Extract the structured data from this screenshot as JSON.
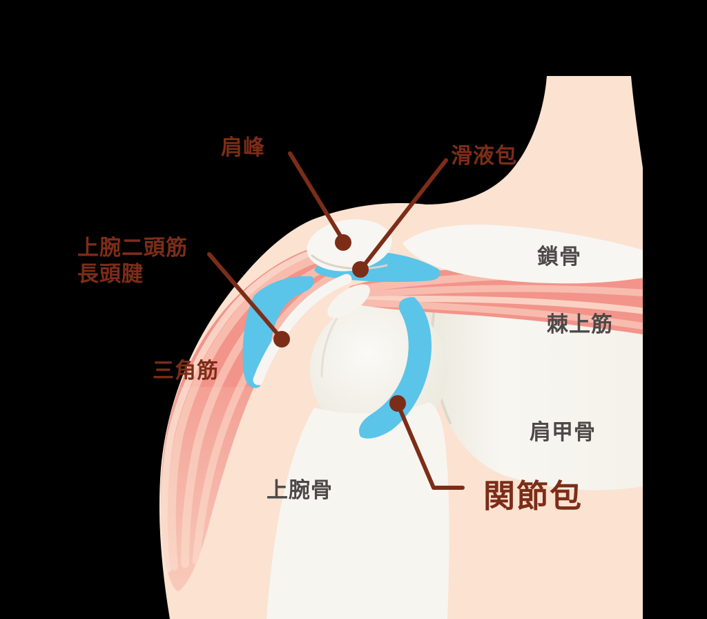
{
  "diagram": {
    "subject": "shoulder-joint-anatomy",
    "colors": {
      "background": "#000000",
      "skin": "#fbe2d1",
      "bone": "#f6f4ee",
      "muscle": "#f2948a",
      "muscle_stripe": "#f7bcae",
      "fluid_blue": "#5bc4e9",
      "label_accent": "#7c2d18",
      "label_neutral": "#4c4948"
    },
    "labels": {
      "acromion": "肩峰",
      "bursa": "滑液包",
      "biceps_tendon_line1": "上腕二頭筋",
      "biceps_tendon_line2": "長頭腱",
      "deltoid": "三角筋",
      "clavicle": "鎖骨",
      "supraspinatus": "棘上筋",
      "scapula": "肩甲骨",
      "humerus": "上腕骨",
      "joint_capsule": "関節包"
    }
  }
}
